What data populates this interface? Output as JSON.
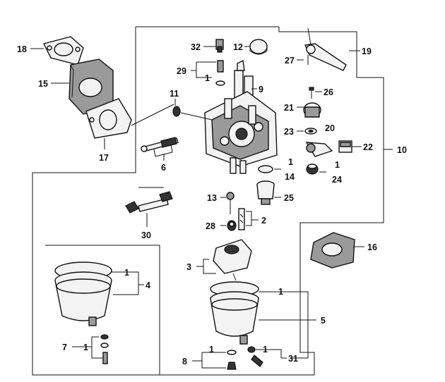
{
  "labels": {
    "l18": "18",
    "l15": "15",
    "l17": "17",
    "l32": "32",
    "l12": "12",
    "l19": "19",
    "l27": "27",
    "l29": "29",
    "l1_29": "1",
    "l9": "9",
    "l11": "11",
    "l26": "26",
    "l21": "21",
    "l20": "20",
    "l23": "23",
    "l22": "22",
    "l10": "10",
    "l6": "6",
    "l1_14": "1",
    "l14": "14",
    "l1_24": "1",
    "l24": "24",
    "l13": "13",
    "l25": "25",
    "l28": "28",
    "l2": "2",
    "l30": "30",
    "l16": "16",
    "l3": "3",
    "l1_4": "1",
    "l4": "4",
    "l1_5": "1",
    "l5": "5",
    "l7": "7",
    "l1_7": "1",
    "l8": "8",
    "l1_8": "1",
    "l1_31": "1",
    "l31": "31"
  }
}
